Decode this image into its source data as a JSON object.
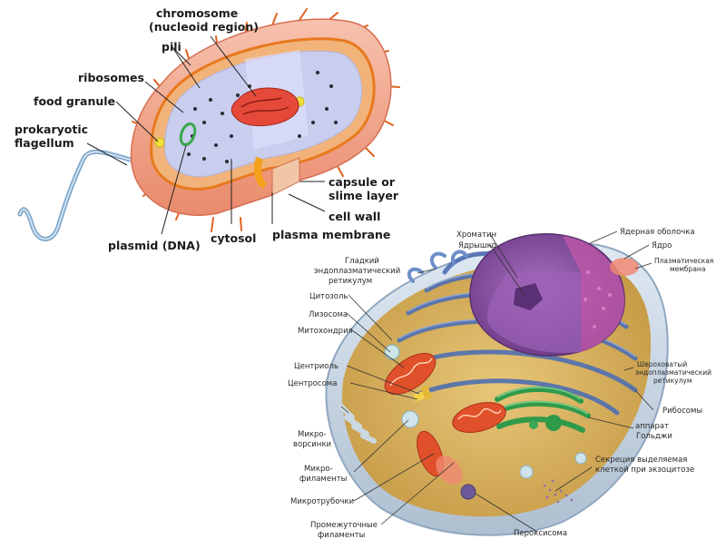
{
  "prokaryote": {
    "chromosome": "chromosome",
    "nucleoid": "(nucleoid region)",
    "pili": "pili",
    "ribosomes": "ribosomes",
    "food_granule": "food granule",
    "flagellum_1": "prokaryotic",
    "flagellum_2": "flagellum",
    "capsule_1": "capsule or",
    "capsule_2": "slime layer",
    "cell_wall": "cell wall",
    "plasma_membrane": "plasma membrane",
    "cytosol": "cytosol",
    "plasmid": "plasmid (DNA)"
  },
  "eukaryote": {
    "chromatin": "Хроматин",
    "nucleolus": "Ядрышко",
    "nuclear_envelope": "Ядерная оболочка",
    "nucleus": "Ядро",
    "plasma_membrane_1": "Плазматическая",
    "plasma_membrane_2": "мембрана",
    "smooth_er_1": "Гладкий",
    "smooth_er_2": "эндоплазматический",
    "smooth_er_3": "ретикулум",
    "cytosol": "Цитозоль",
    "lysosome": "Лизосома",
    "mitochondrion": "Митохондрия",
    "centriole": "Центриоль",
    "centrosome": "Центросома",
    "rough_er_1": "Шероховатый",
    "rough_er_2": "эндоплазматический",
    "rough_er_3": "ретикулум",
    "ribosomes": "Рибосомы",
    "golgi_1": "аппарат",
    "golgi_2": "Гольджи",
    "microvilli_1": "Микро-",
    "microvilli_2": "ворсинки",
    "microfilaments_1": "Микро-",
    "microfilaments_2": "филаменты",
    "secretion_1": "Секреция выделяемая",
    "secretion_2": "клеткой при экзоцитозе",
    "microtubules": "Микротрубочки",
    "intermediate_1": "Промежуточные",
    "intermediate_2": "филаменты",
    "peroxisome": "Пероксисома"
  },
  "colors": {
    "capsule": "#f2a488",
    "cell_wall": "#e8791e",
    "cytoplasm": "#c9cdee",
    "chromosome": "#d93a2a",
    "nucleus": "#8a4a9a",
    "er": "#4f6fb2",
    "golgi": "#2f9a4a",
    "mitochondria": "#e0502a",
    "cytosol_euk": "#d9b05a"
  }
}
